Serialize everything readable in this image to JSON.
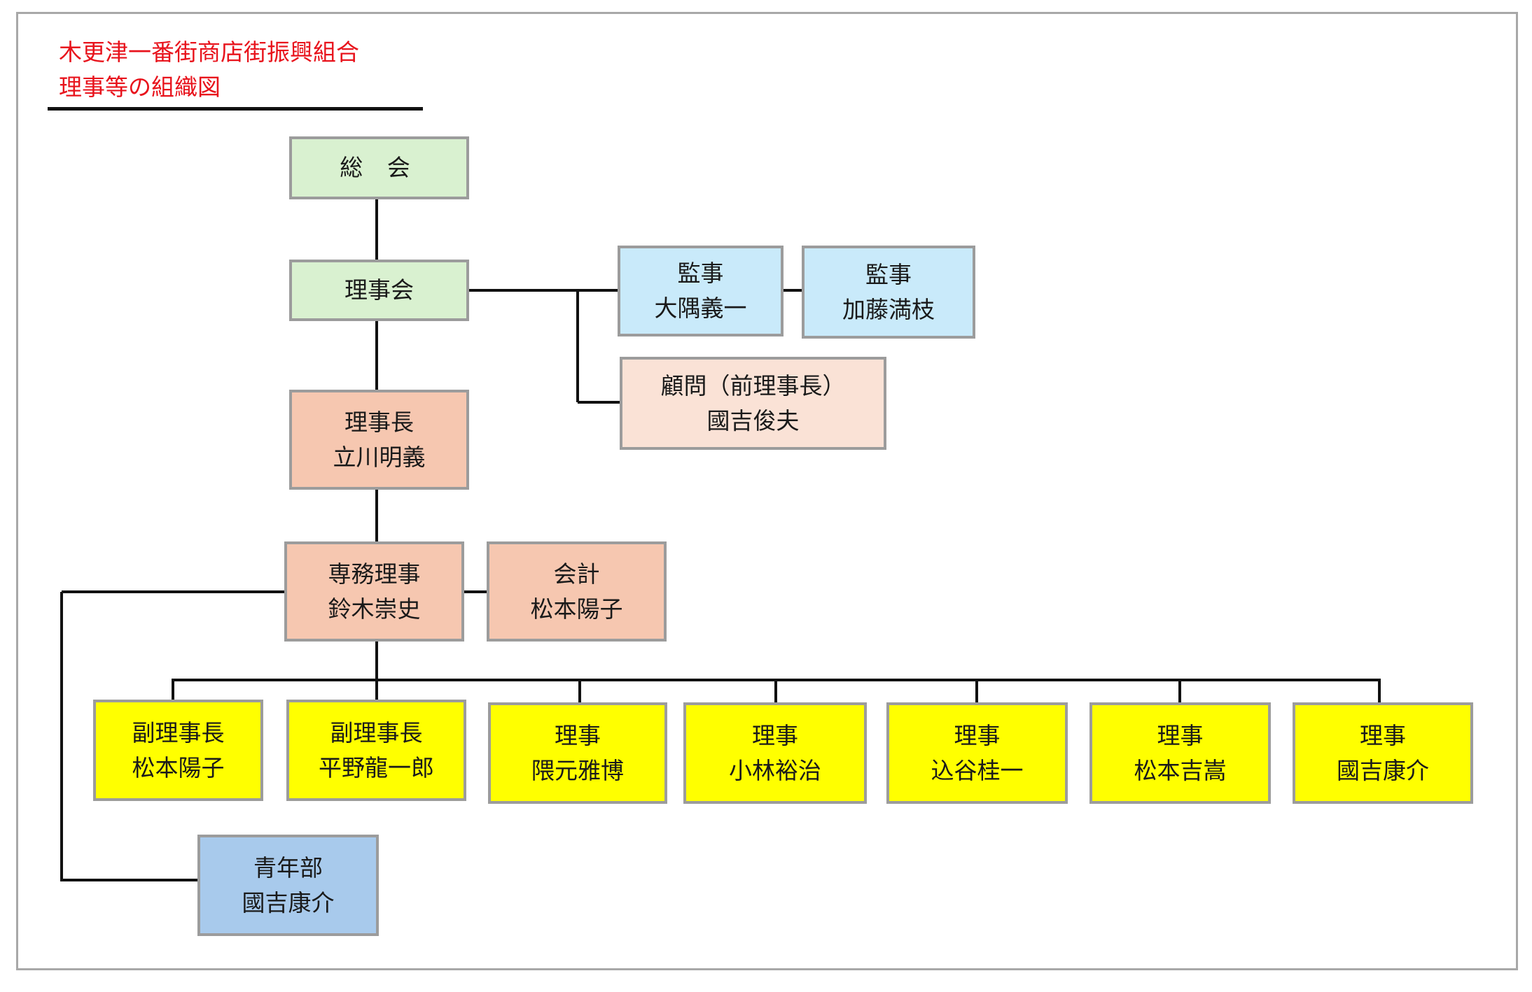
{
  "title": {
    "line1": "木更津一番街商店街振興組合",
    "line2": "理事等の組織図"
  },
  "colors": {
    "title": "#e8131c",
    "assembly": "#d9f1d0",
    "auditor": "#c9eafa",
    "executive": "#f6c7b0",
    "advisor": "#fae2d6",
    "director": "#ffff00",
    "youth": "#a8caec"
  },
  "org": {
    "general_assembly": {
      "role": "総 会"
    },
    "board": {
      "role": "理事会"
    },
    "auditors": [
      {
        "role": "監事",
        "name": "大隅義一"
      },
      {
        "role": "監事",
        "name": "加藤満枝"
      }
    ],
    "advisor": {
      "role": "顧問（前理事長）",
      "name": "國吉俊夫"
    },
    "chairman": {
      "role": "理事長",
      "name": "立川明義"
    },
    "executive_director": {
      "role": "専務理事",
      "name": "鈴木崇史"
    },
    "treasurer": {
      "role": "会計",
      "name": "松本陽子"
    },
    "directors": [
      {
        "role": "副理事長",
        "name": "松本陽子"
      },
      {
        "role": "副理事長",
        "name": "平野龍一郎"
      },
      {
        "role": "理事",
        "name": "隈元雅博"
      },
      {
        "role": "理事",
        "name": "小林裕治"
      },
      {
        "role": "理事",
        "name": "込谷桂一"
      },
      {
        "role": "理事",
        "name": "松本吉嵩"
      },
      {
        "role": "理事",
        "name": "國吉康介"
      }
    ],
    "youth": {
      "role": "青年部",
      "name": "國吉康介"
    }
  }
}
